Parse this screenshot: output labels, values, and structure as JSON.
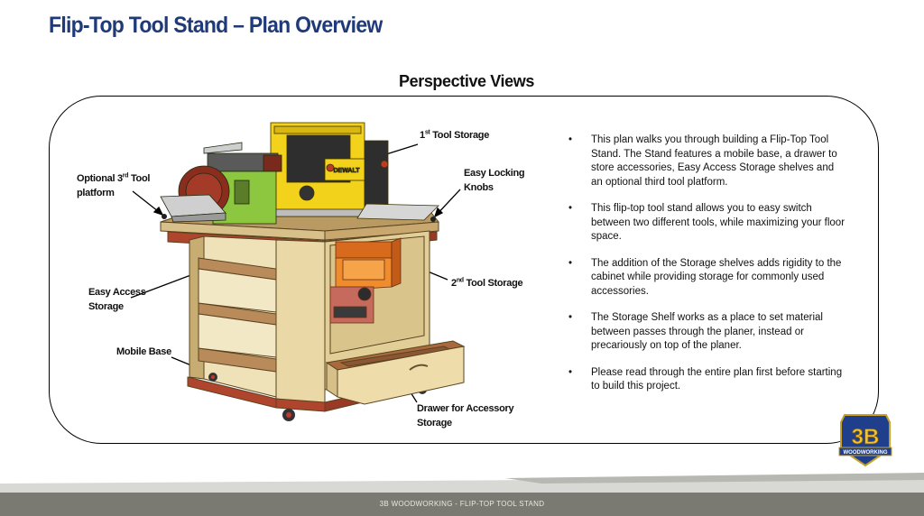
{
  "page": {
    "title": "Flip-Top Tool Stand – Plan Overview",
    "subtitle": "Perspective Views",
    "footer": "3B WOODWORKING - FLIP-TOP TOOL STAND"
  },
  "callouts": {
    "tool1_base": "1",
    "tool1_sup": "st",
    "tool1_rest": " Tool Storage",
    "optional_base": "Optional 3",
    "optional_sup": "rd",
    "optional_rest": " Tool",
    "optional_line2": "platform",
    "locking_line1": "Easy Locking",
    "locking_line2": "Knobs",
    "access_line1": "Easy Access",
    "access_line2": "Storage",
    "tool2_base": "2",
    "tool2_sup": "nd",
    "tool2_rest": " Tool Storage",
    "mobile": "Mobile Base",
    "drawer_line1": "Drawer for Accessory",
    "drawer_line2": "Storage"
  },
  "illustration": {
    "planer_brand": "DEWALT"
  },
  "bullets": [
    "This plan walks you through building a Flip-Top Tool Stand.  The Stand features a mobile base, a drawer to store  accessories, Easy Access Storage shelves and an optional third tool platform.",
    "This flip-top tool stand allows you to easy switch between two different tools, while maximizing your floor space.",
    "The addition of the Storage shelves adds rigidity to the cabinet while providing storage for commonly used accessories.",
    "The Storage Shelf works as a place to set material between passes through the planer, instead or precariously on top of the planer.",
    "Please read through the entire plan first before starting to build this project."
  ],
  "logo": {
    "main": "3B",
    "sub": "WOODWORKING"
  },
  "colors": {
    "title": "#1f3a78",
    "plywood": "#e9d9a8",
    "planer_yellow": "#f2d21a",
    "sander_green": "#8dc63f",
    "footer": "#7a7a72"
  }
}
